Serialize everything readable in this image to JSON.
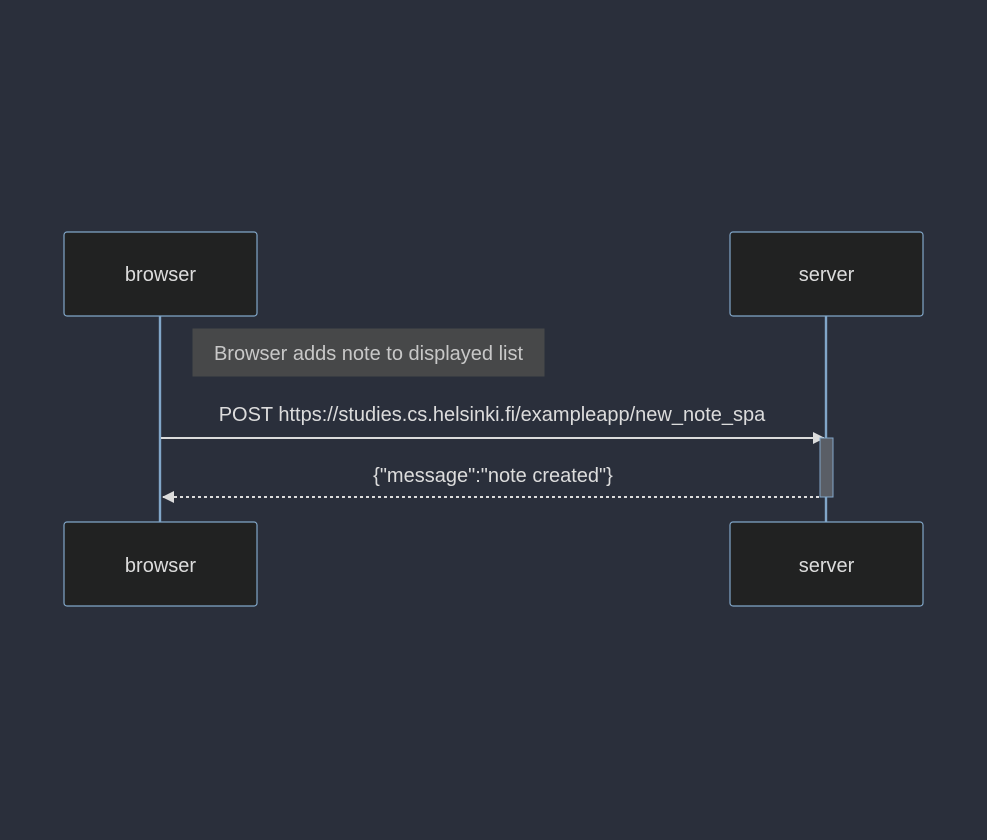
{
  "participants": {
    "browser": "browser",
    "server": "server"
  },
  "note": {
    "text": "Browser adds note to displayed list"
  },
  "messages": [
    {
      "from": "browser",
      "to": "server",
      "style": "solid",
      "text": "POST https://studies.cs.helsinki.fi/exampleapp/new_note_spa"
    },
    {
      "from": "server",
      "to": "browser",
      "style": "dashed",
      "text": "{\"message\":\"note created\"}"
    }
  ],
  "colors": {
    "background": "#2a2f3b",
    "actor_fill": "#212222",
    "actor_border": "#81a6c8",
    "lifeline": "#81a6c8",
    "note_fill": "#474849",
    "text": "#dcdcdc"
  }
}
